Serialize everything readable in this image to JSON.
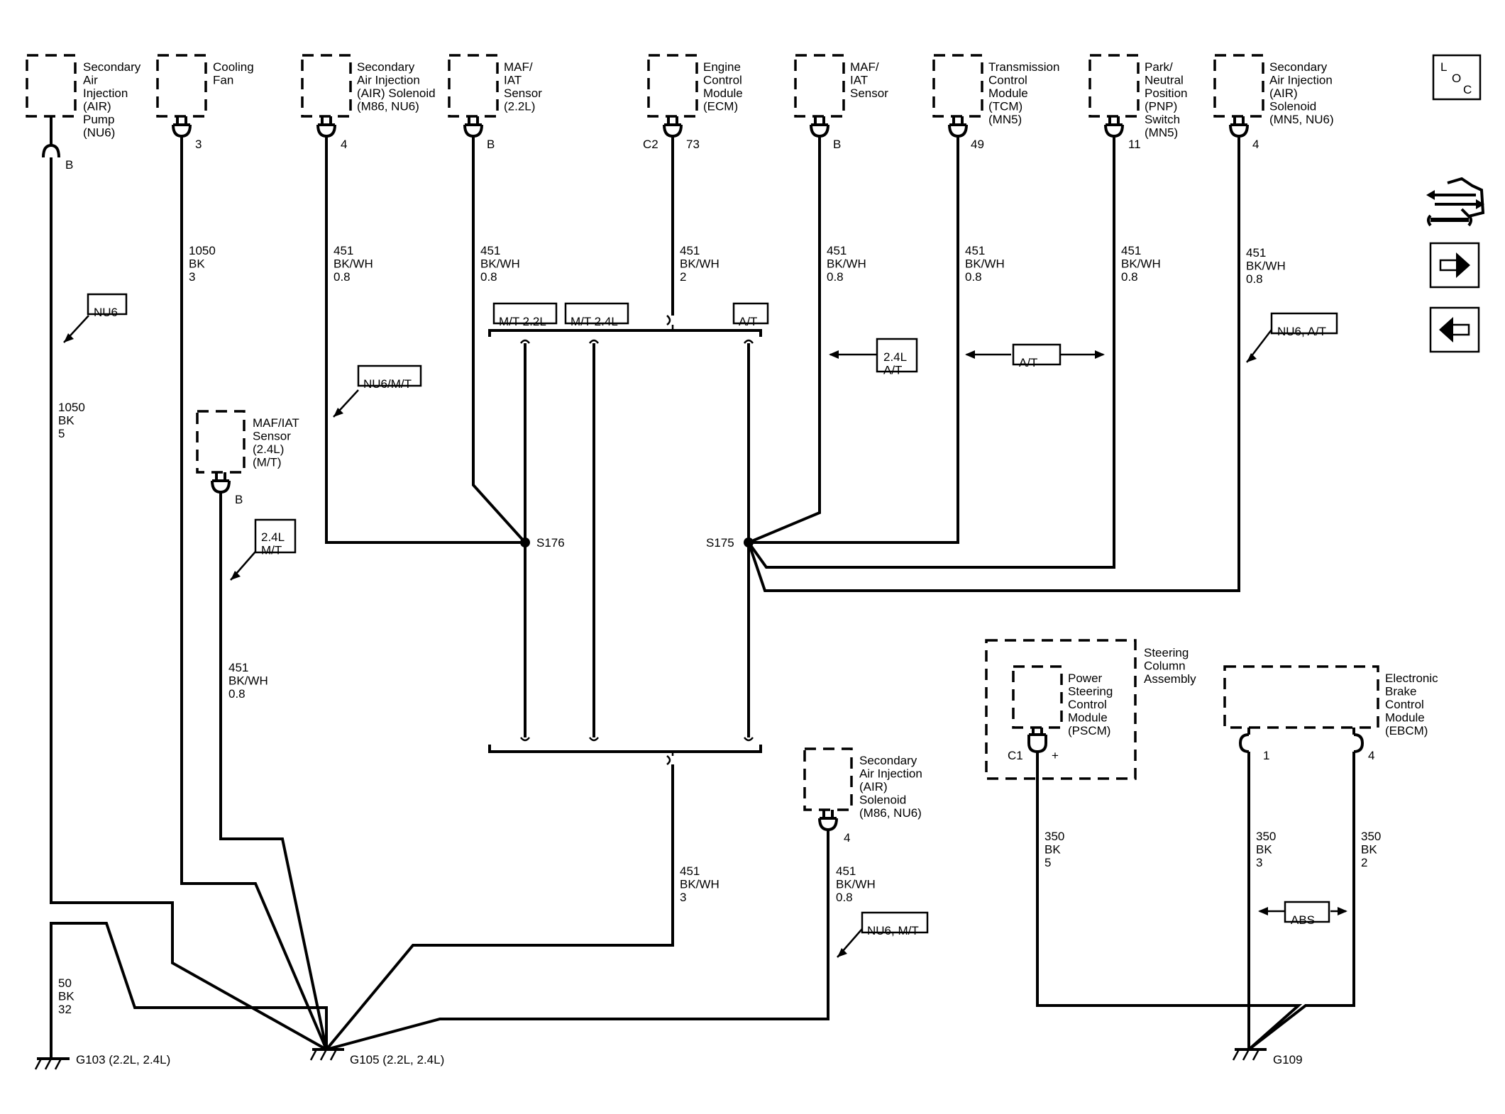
{
  "components": [
    {
      "id": "c1",
      "lines": [
        "Secondary",
        "Air",
        "Injection",
        "(AIR)",
        "Pump",
        "(NU6)"
      ]
    },
    {
      "id": "c2",
      "lines": [
        "Cooling",
        "Fan"
      ]
    },
    {
      "id": "c3",
      "lines": [
        "Secondary",
        "Air Injection",
        "(AIR) Solenoid",
        "(M86, NU6)"
      ]
    },
    {
      "id": "c4",
      "lines": [
        "MAF/",
        "IAT",
        "Sensor",
        "(2.2L)"
      ]
    },
    {
      "id": "c5",
      "lines": [
        "Engine",
        "Control",
        "Module",
        "(ECM)"
      ]
    },
    {
      "id": "c6",
      "lines": [
        "MAF/",
        "IAT",
        "Sensor"
      ]
    },
    {
      "id": "c7",
      "lines": [
        "Transmission",
        "Control",
        "Module",
        "(TCM)",
        "(MN5)"
      ]
    },
    {
      "id": "c8",
      "lines": [
        "Park/",
        "Neutral",
        "Position",
        "(PNP)",
        "Switch",
        "(MN5)"
      ]
    },
    {
      "id": "c9",
      "lines": [
        "Secondary",
        "Air Injection",
        "(AIR)",
        "Solenoid",
        "(MN5, NU6)"
      ]
    },
    {
      "id": "c10",
      "lines": [
        "MAF/IAT",
        "Sensor",
        "(2.4L)",
        "(M/T)"
      ]
    },
    {
      "id": "c11",
      "lines": [
        "Secondary",
        "Air Injection",
        "(AIR)",
        "Solenoid",
        "(M86, NU6)"
      ]
    },
    {
      "id": "c12",
      "lines": [
        "Steering",
        "Column",
        "Assembly"
      ]
    },
    {
      "id": "c13",
      "lines": [
        "Power",
        "Steering",
        "Control",
        "Module",
        "(PSCM)"
      ]
    },
    {
      "id": "c14",
      "lines": [
        "Electronic",
        "Brake",
        "Control",
        "Module",
        "(EBCM)"
      ]
    }
  ],
  "pins": [
    {
      "id": "p1",
      "text": "B"
    },
    {
      "id": "p2",
      "text": "3"
    },
    {
      "id": "p3",
      "text": "4"
    },
    {
      "id": "p4",
      "text": "B"
    },
    {
      "id": "p5a",
      "text": "C2"
    },
    {
      "id": "p5b",
      "text": "73"
    },
    {
      "id": "p6",
      "text": "B"
    },
    {
      "id": "p7",
      "text": "49"
    },
    {
      "id": "p8",
      "text": "11"
    },
    {
      "id": "p9",
      "text": "4"
    },
    {
      "id": "p10",
      "text": "B"
    },
    {
      "id": "p11",
      "text": "4"
    },
    {
      "id": "p12a",
      "text": "C1"
    },
    {
      "id": "p12b",
      "text": "+"
    },
    {
      "id": "p13",
      "text": "1"
    },
    {
      "id": "p14",
      "text": "4"
    }
  ],
  "wire_labels": [
    {
      "id": "w1",
      "lines": [
        "1050",
        "BK",
        "5"
      ]
    },
    {
      "id": "w2",
      "lines": [
        "1050",
        "BK",
        "3"
      ]
    },
    {
      "id": "w3",
      "lines": [
        "451",
        "BK/WH",
        "0.8"
      ]
    },
    {
      "id": "w4",
      "lines": [
        "451",
        "BK/WH",
        "0.8"
      ]
    },
    {
      "id": "w5",
      "lines": [
        "451",
        "BK/WH",
        "2"
      ]
    },
    {
      "id": "w6",
      "lines": [
        "451",
        "BK/WH",
        "0.8"
      ]
    },
    {
      "id": "w7",
      "lines": [
        "451",
        "BK/WH",
        "0.8"
      ]
    },
    {
      "id": "w8",
      "lines": [
        "451",
        "BK/WH",
        "0.8"
      ]
    },
    {
      "id": "w9",
      "lines": [
        "451",
        "BK/WH",
        "0.8"
      ]
    },
    {
      "id": "w10",
      "lines": [
        "451",
        "BK/WH",
        "0.8"
      ]
    },
    {
      "id": "w11",
      "lines": [
        "451",
        "BK/WH",
        "3"
      ]
    },
    {
      "id": "w12",
      "lines": [
        "451",
        "BK/WH",
        "0.8"
      ]
    },
    {
      "id": "w13",
      "lines": [
        "50",
        "BK",
        "32"
      ]
    },
    {
      "id": "w14",
      "lines": [
        "350",
        "BK",
        "5"
      ]
    },
    {
      "id": "w15",
      "lines": [
        "350",
        "BK",
        "3"
      ]
    },
    {
      "id": "w16",
      "lines": [
        "350",
        "BK",
        "2"
      ]
    }
  ],
  "option_tags": [
    {
      "id": "t1",
      "lines": [
        "NU6"
      ]
    },
    {
      "id": "t2",
      "lines": [
        "NU6/M/T"
      ]
    },
    {
      "id": "t3",
      "lines": [
        "2.4L",
        "M/T"
      ]
    },
    {
      "id": "t4",
      "lines": [
        "M/T 2.2L"
      ]
    },
    {
      "id": "t5",
      "lines": [
        "M/T 2.4L"
      ]
    },
    {
      "id": "t6",
      "lines": [
        "A/T"
      ]
    },
    {
      "id": "t7",
      "lines": [
        "2.4L",
        "A/T"
      ]
    },
    {
      "id": "t8",
      "lines": [
        "A/T"
      ]
    },
    {
      "id": "t9",
      "lines": [
        "NU6, A/T"
      ]
    },
    {
      "id": "t10",
      "lines": [
        "NU6, M/T"
      ]
    },
    {
      "id": "t11",
      "lines": [
        "ABS"
      ]
    }
  ],
  "splices": [
    {
      "id": "s176",
      "text": "S176"
    },
    {
      "id": "s175",
      "text": "S175"
    }
  ],
  "grounds": [
    {
      "id": "g103",
      "text": "G103 (2.2L, 2.4L)"
    },
    {
      "id": "g105",
      "text": "G105 (2.2L, 2.4L)"
    },
    {
      "id": "g109",
      "text": "G109"
    }
  ],
  "nav": {
    "loc_letters": [
      "L",
      "O",
      "C"
    ],
    "buttons": [
      {
        "name": "connector-swap-button",
        "icon": "connector-wrench-icon"
      },
      {
        "name": "next-page-button",
        "icon": "arrow-right-icon"
      },
      {
        "name": "previous-page-button",
        "icon": "arrow-left-icon"
      }
    ]
  },
  "colors": {
    "ink": "#000000",
    "background": "#ffffff"
  }
}
